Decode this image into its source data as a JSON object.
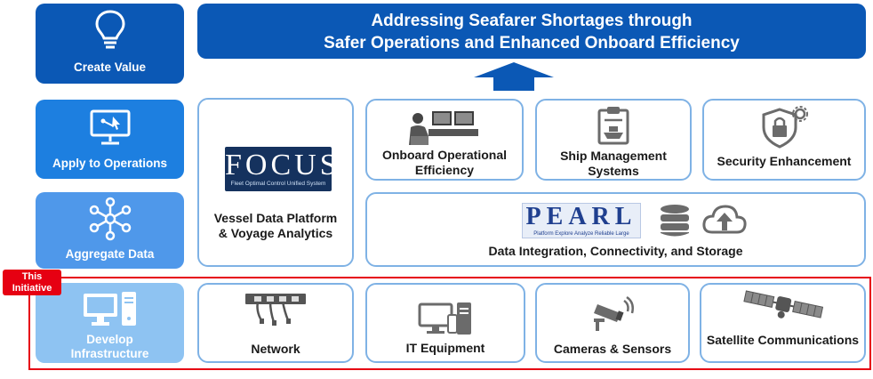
{
  "levels": {
    "create_value": "Create Value",
    "apply_operations": "Apply to Operations",
    "aggregate_data": "Aggregate Data",
    "develop_infrastructure": "Develop Infrastructure"
  },
  "goal": {
    "line1": "Addressing Seafarer Shortages through",
    "line2": "Safer Operations and Enhanced Onboard Efficiency"
  },
  "initiative_tag": "This Initiative",
  "focus": {
    "logo_text": "FOCUS",
    "logo_subtitle": "Fleet Optimal Control Unified System",
    "label": "Vessel Data Platform & Voyage Analytics"
  },
  "operations": [
    {
      "label": "Onboard Operational Efficiency",
      "icon": "operator-console-icon"
    },
    {
      "label": "Ship Management Systems",
      "icon": "clipboard-ship-icon"
    },
    {
      "label": "Security Enhancement",
      "icon": "shield-lock-icon"
    }
  ],
  "pearl": {
    "logo_text": "PEARL",
    "logo_tagline": "Platform Explore Analyze Reliable Large",
    "label": "Data Integration, Connectivity, and Storage"
  },
  "infrastructure": [
    {
      "label": "Network",
      "icon": "network-switch-icon"
    },
    {
      "label": "IT Equipment",
      "icon": "computer-devices-icon"
    },
    {
      "label": "Cameras & Sensors",
      "icon": "security-camera-icon"
    },
    {
      "label": "Satellite Communications",
      "icon": "satellite-icon"
    }
  ],
  "colors": {
    "create_value": "#0b58b5",
    "apply_operations": "#1d7fe0",
    "aggregate_data": "#4f98ea",
    "develop_infrastructure": "#8ec3f2",
    "card_border": "#7fb2e5",
    "highlight_red": "#e60012"
  }
}
